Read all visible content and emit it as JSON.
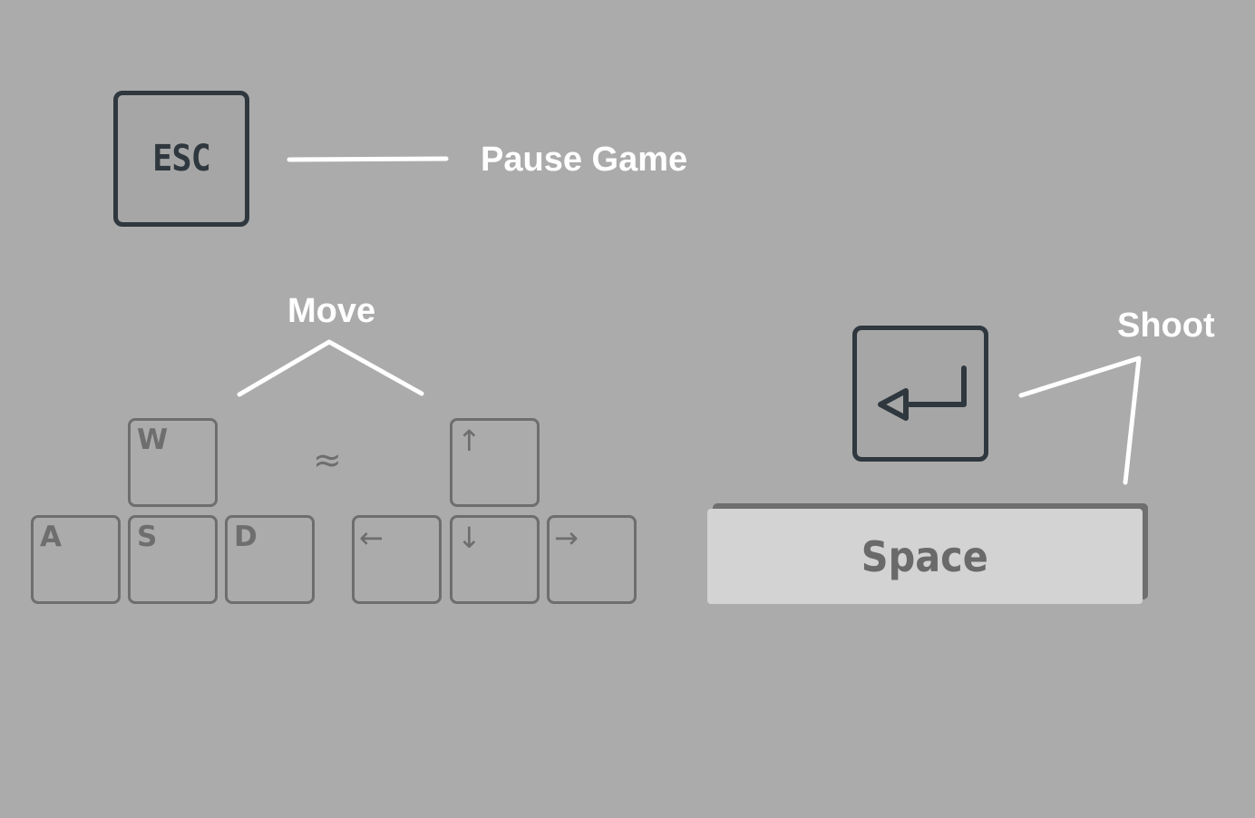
{
  "pause": {
    "key_label": "ESC",
    "action_label": "Pause Game"
  },
  "move": {
    "action_label": "Move",
    "wasd_keys": {
      "up": "W",
      "left": "A",
      "down": "S",
      "right": "D"
    },
    "separator": "≈",
    "arrow_keys": {
      "up": "↑",
      "left": "←",
      "down": "↓",
      "right": "→"
    }
  },
  "shoot": {
    "action_label": "Shoot",
    "enter_key_icon": "enter-return-icon",
    "space_label": "Space"
  },
  "colors": {
    "background": "#ababab",
    "dark_key": "#2f383e",
    "light_key_outline": "#6e6e6e",
    "space_key": "#d3d3d3",
    "caption": "#ffffff"
  }
}
